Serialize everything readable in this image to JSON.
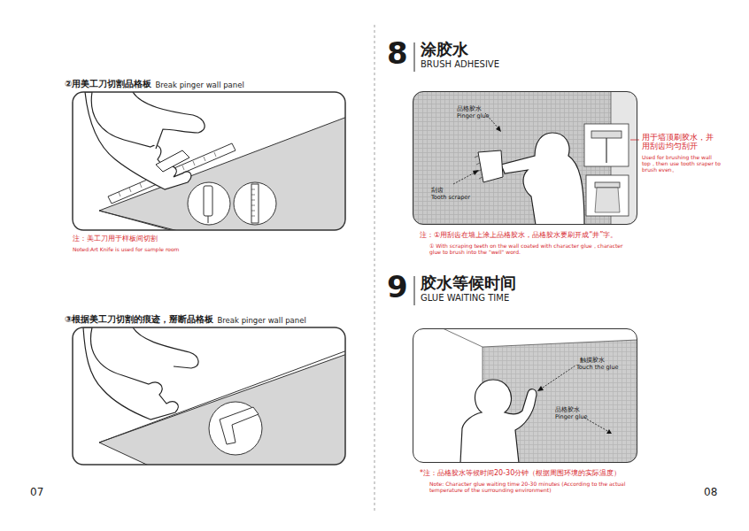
{
  "diagram": {
    "nodes": [
      {
        "text": [
          "品格胶水",
          "Pinger glue",
          "刮齿",
          "Tooth scraper"
        ]
      },
      {
        "text": [
          "触摸胶水",
          "Touch the glue",
          "品格胶水",
          "Pinger glue"
        ]
      }
    ],
    "labels": [
      "②用美工刀切割品格板",
      "Break pinger wall panel",
      "注：美工刀用于样板间切割",
      "Noted:Art Knife is used for sample room",
      "③根据美工刀切割的痕迹，掰断品格板",
      "Break pinger wall panel",
      "07",
      "8",
      "涂胶水",
      "BRUSH ADHESIVE",
      "用于墙顶刷胶水，并用刮齿均匀刮开",
      "Used for brushing the wall top，then use tooth sraper to brush even。",
      "注：①用刮齿在墙上涂上品格胶水，品格胶水要刷开成“井”字。",
      "① With scraping teeth on the wall coated with character glue，character glue to brush into the \"well\" word.",
      "9",
      "胶水等候时间",
      "GLUE WAITING TIME",
      "*注：品格胶水等候时间20-30分钟（根据周围环境的实际温度）",
      "Note: Character glue waiting time 20-30 minutes (According to the actual temperature of the surrounding environment)",
      "08"
    ]
  }
}
